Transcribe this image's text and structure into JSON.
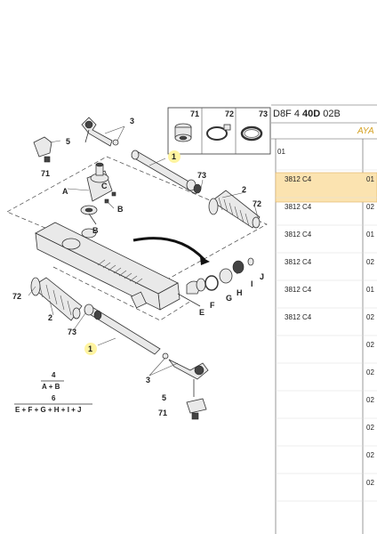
{
  "header": {
    "ref_prefix": "D8F 4",
    "ref_bold": "40D",
    "ref_suffix": "02B",
    "right_heading": "AYA"
  },
  "thumbnails": [
    "71",
    "72",
    "73"
  ],
  "callouts": {
    "n1_top": "1",
    "n1_bottom": "1",
    "n2_top": "2",
    "n2_bottom": "2",
    "n3_top": "3",
    "n3_bottom": "3",
    "n5_top": "5",
    "n5_bottom": "5",
    "n71_top": "71",
    "n71_bottom": "71",
    "n72_right": "72",
    "n72_left": "72",
    "n73_right": "73",
    "n73_left": "73",
    "A": "A",
    "B1": "B",
    "B2": "B",
    "C": "C",
    "E": "E",
    "F": "F",
    "G": "G",
    "H": "H",
    "I": "I",
    "J": "J"
  },
  "formulas": {
    "f4_num": "4",
    "f4_expr": "A + B",
    "f6_num": "6",
    "f6_expr": "E + F + G + H + I + J"
  },
  "table": {
    "rows": [
      {
        "col1": "01",
        "col2": "",
        "col3": ""
      },
      {
        "col1": "",
        "col2": "3812 C4",
        "col3": "01"
      },
      {
        "col1": "",
        "col2": "3812 C4",
        "col3": "02"
      },
      {
        "col1": "",
        "col2": "3812 C4",
        "col3": "01"
      },
      {
        "col1": "",
        "col2": "3812 C4",
        "col3": "02"
      },
      {
        "col1": "",
        "col2": "3812 C4",
        "col3": "01"
      },
      {
        "col1": "",
        "col2": "3812 C4",
        "col3": "02"
      },
      {
        "col1": "",
        "col2": "",
        "col3": "02"
      },
      {
        "col1": "",
        "col2": "",
        "col3": "02"
      },
      {
        "col1": "",
        "col2": "",
        "col3": "02"
      },
      {
        "col1": "",
        "col2": "",
        "col3": "02"
      },
      {
        "col1": "",
        "col2": "",
        "col3": "02"
      },
      {
        "col1": "",
        "col2": "",
        "col3": "02"
      }
    ],
    "highlight_color": "#fbe3b0"
  }
}
